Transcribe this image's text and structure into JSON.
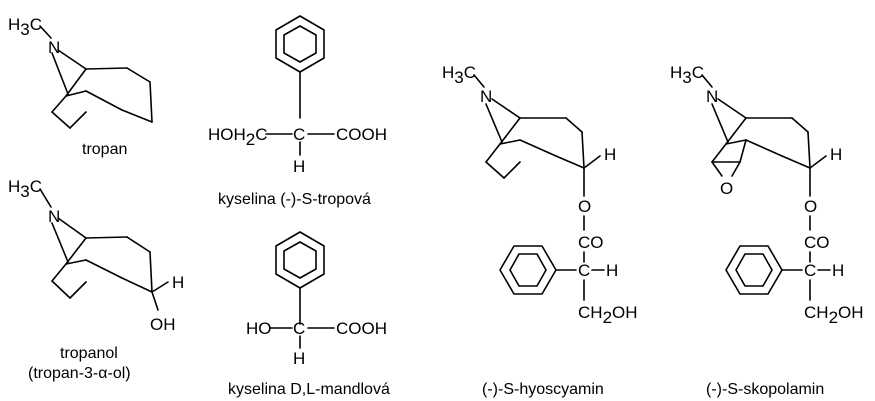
{
  "molecules": {
    "tropan": {
      "caption": "tropan",
      "labels": {
        "h3": "H",
        "h3_sub": "3",
        "c": "C",
        "n": "N"
      }
    },
    "tropanol": {
      "caption_line1": "tropanol",
      "caption_line2": "(tropan-3-α-ol)",
      "labels": {
        "h3": "H",
        "h3_sub": "3",
        "c": "C",
        "n": "N",
        "h": "H",
        "oh": "OH"
      }
    },
    "tropic_acid": {
      "caption": "kyselina (-)-S-tropová",
      "labels": {
        "hoh": "HOH",
        "sub2": "2",
        "c1": "C",
        "c2": "C",
        "cooh": "COOH",
        "h": "H"
      }
    },
    "mandelic_acid": {
      "caption": "kyselina D,L-mandlová",
      "labels": {
        "ho": "HO",
        "c1": "C",
        "cooh": "COOH",
        "h": "H"
      }
    },
    "hyoscyamin": {
      "caption": "(-)-S-hyoscyamin",
      "labels": {
        "h3": "H",
        "h3_sub": "3",
        "c": "C",
        "n": "N",
        "h": "H",
        "o": "O",
        "co": "CO",
        "c2": "C",
        "h2": "H",
        "ch": "CH",
        "ch_sub": "2",
        "oh": "OH"
      }
    },
    "skopolamin": {
      "caption": "(-)-S-skopolamin",
      "labels": {
        "h3": "H",
        "h3_sub": "3",
        "c": "C",
        "n": "N",
        "h": "H",
        "o_ep": "O",
        "o": "O",
        "co": "CO",
        "c2": "C",
        "h2": "H",
        "ch": "CH",
        "ch_sub": "2",
        "oh": "OH"
      }
    }
  }
}
